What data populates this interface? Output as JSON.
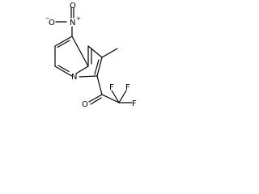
{
  "molecule": {
    "atoms": {
      "nitro_n": "N",
      "nitro_n_charge": "+",
      "nitro_o_top": "O",
      "nitro_o_left": "O",
      "nitro_o_charge": "−",
      "ring_n": "N",
      "carbonyl_o": "O",
      "fluorine_top_left": "F",
      "fluorine_top_right": "F",
      "fluorine_right": "F"
    }
  }
}
